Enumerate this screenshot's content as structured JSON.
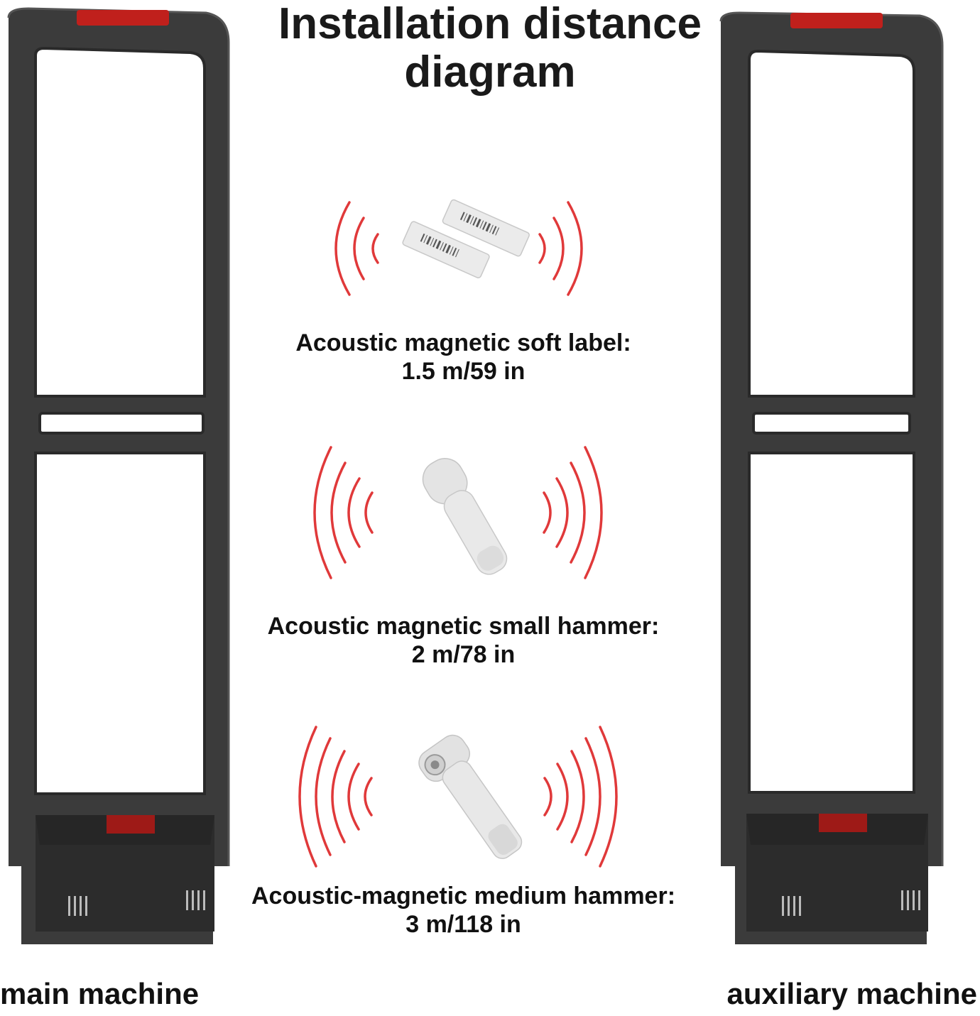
{
  "title": {
    "line1": "Installation distance",
    "line2": "diagram"
  },
  "tags": [
    {
      "name": "Acoustic magnetic soft label:",
      "distance": "1.5 m/59 in",
      "icon": "soft-label-tag-icon"
    },
    {
      "name": "Acoustic magnetic small hammer:",
      "distance": "2 m/78 in",
      "icon": "small-hammer-tag-icon"
    },
    {
      "name": "Acoustic-magnetic medium hammer:",
      "distance": "3 m/118 in",
      "icon": "medium-hammer-tag-icon"
    }
  ],
  "machines": {
    "main": "main machine",
    "auxiliary": "auxiliary machine"
  },
  "colors": {
    "gate_frame": "#3a3a3a",
    "gate_dark": "#2a2a2a",
    "indicator": "#c0201c",
    "wave": "#e0393a",
    "tag": "#e6e6e6"
  }
}
